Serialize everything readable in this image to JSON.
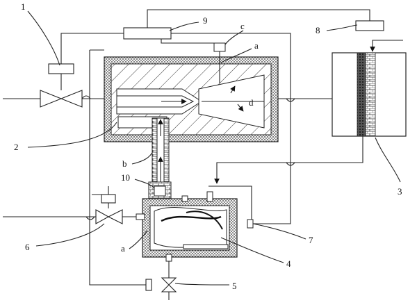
{
  "labels": {
    "n1": "1",
    "n2": "2",
    "n3": "3",
    "n4": "4",
    "n5": "5",
    "n6": "6",
    "n7": "7",
    "n8": "8",
    "n9": "9",
    "n10": "10",
    "a_top": "a",
    "a_bottom": "a",
    "b": "b",
    "c": "c",
    "d": "d"
  }
}
